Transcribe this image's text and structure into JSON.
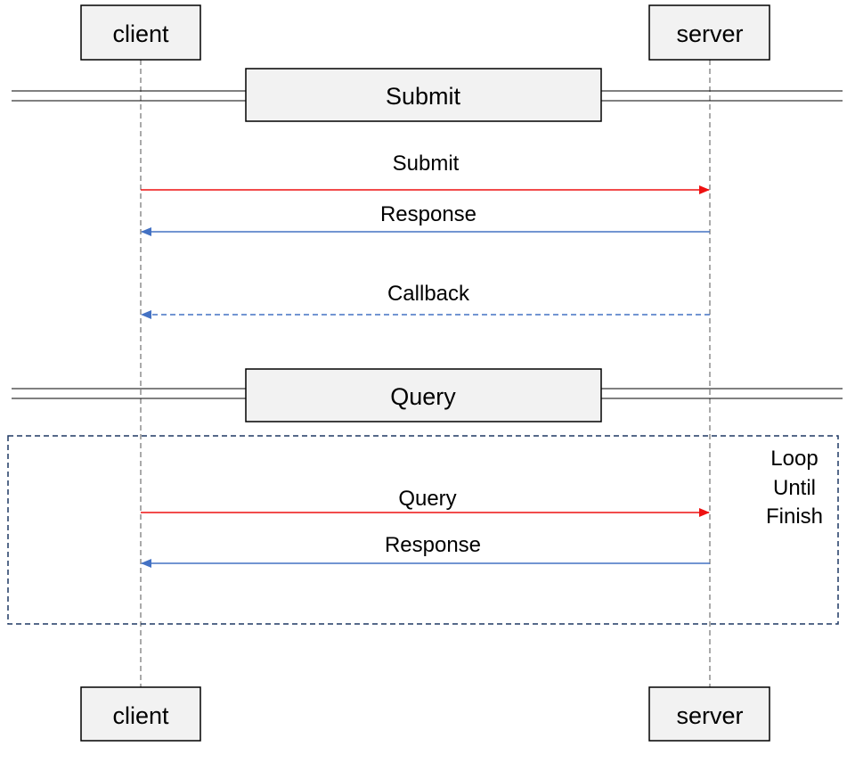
{
  "participants": {
    "client": "client",
    "server": "server"
  },
  "sections": {
    "submit": "Submit",
    "query": "Query"
  },
  "messages": {
    "submit_request": "Submit",
    "submit_response": "Response",
    "callback": "Callback",
    "query_request": "Query",
    "query_response": "Response"
  },
  "loop": {
    "line1": "Loop",
    "line2": "Until",
    "line3": "Finish"
  },
  "colors": {
    "request_arrow": "#ee1111",
    "response_arrow": "#4472c4",
    "box_fill": "#f2f2f2",
    "loop_border": "#1f3864"
  }
}
